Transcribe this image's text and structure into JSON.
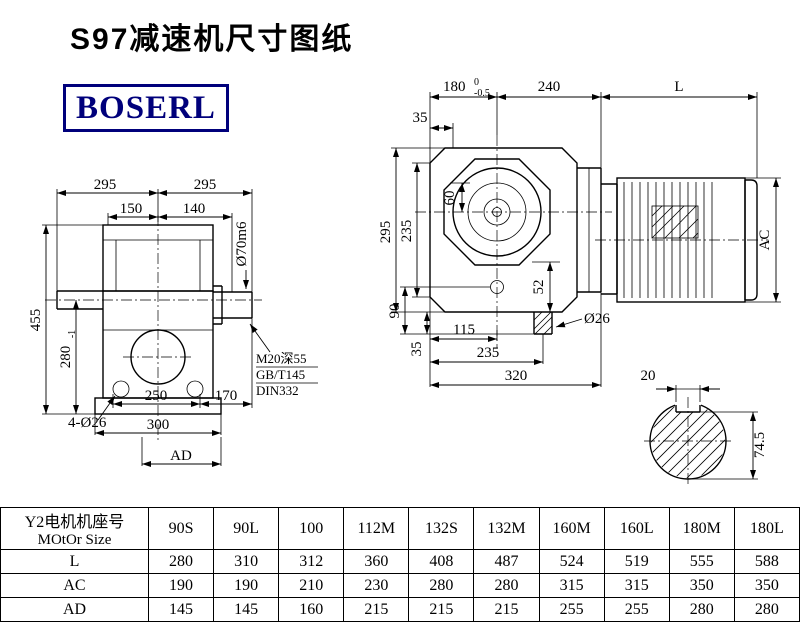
{
  "title": "S97减速机尺寸图纸",
  "logo_text": "BOSERL",
  "left_view": {
    "dim_top_left": "295",
    "dim_top_right": "295",
    "dim_150": "150",
    "dim_140": "140",
    "dim_shaft_dia": "Ø70m6",
    "dim_height": "455",
    "dim_280": "280",
    "dim_280_tol": "-1",
    "dim_bolt": "4-Ø26",
    "dim_250": "250",
    "dim_170": "170",
    "dim_300": "300",
    "dim_ad": "AD",
    "note_1": "M20深55",
    "note_2": "GB/T145",
    "note_3": "DIN332"
  },
  "front_view": {
    "dim_180": "180",
    "dim_180_tol_upper": "0",
    "dim_180_tol_lower": "-0.5",
    "dim_240": "240",
    "dim_l": "L",
    "dim_35_top": "35",
    "dim_60": "60",
    "dim_295": "295",
    "dim_235_left": "235",
    "dim_90": "90",
    "dim_35_bottom": "35",
    "dim_52": "52",
    "dim_115": "115",
    "dim_235_bottom": "235",
    "dim_320": "320",
    "dim_26": "Ø26",
    "dim_ac": "AC"
  },
  "shaft_section": {
    "dim_20": "20",
    "dim_74_5": "74.5"
  },
  "table": {
    "motor_size_label_cn": "Y2电机机座号",
    "motor_size_label_en": "MOtOr Size",
    "columns": [
      "90S",
      "90L",
      "100",
      "112M",
      "132S",
      "132M",
      "160M",
      "160L",
      "180M",
      "180L"
    ],
    "rows": [
      {
        "label": "L",
        "values": [
          "280",
          "310",
          "312",
          "360",
          "408",
          "487",
          "524",
          "519",
          "555",
          "588"
        ]
      },
      {
        "label": "AC",
        "values": [
          "190",
          "190",
          "210",
          "230",
          "280",
          "280",
          "315",
          "315",
          "350",
          "350"
        ]
      },
      {
        "label": "AD",
        "values": [
          "145",
          "145",
          "160",
          "215",
          "215",
          "215",
          "255",
          "255",
          "280",
          "280"
        ]
      }
    ]
  }
}
